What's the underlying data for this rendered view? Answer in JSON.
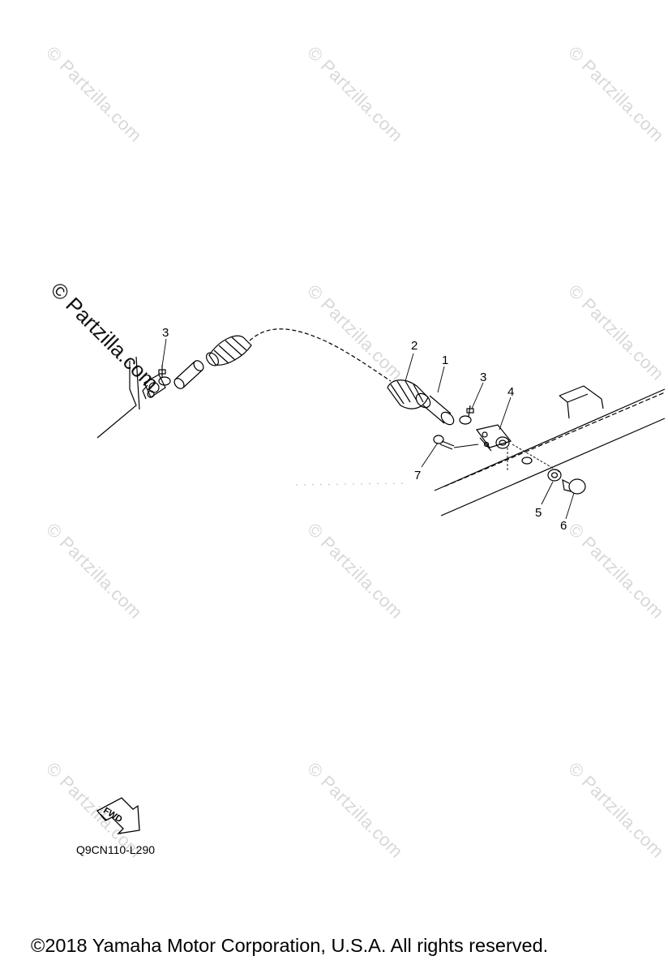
{
  "watermark": {
    "text": "© Partzilla.com",
    "dark_text": "© Partzilla.com",
    "light_color": "#d8d8d8",
    "dark_color": "#111111"
  },
  "callouts": [
    "1",
    "2",
    "3",
    "3",
    "4",
    "5",
    "6",
    "7"
  ],
  "fwd_label": "FWD",
  "diagram_code": "Q9CN110-L290",
  "copyright": "©2018  Yamaha Motor Corporation, U.S.A. All rights reserved."
}
